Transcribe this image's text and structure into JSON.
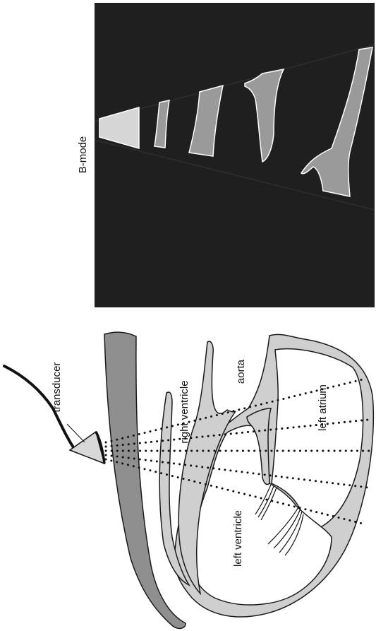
{
  "bmode_panel": {
    "label": "B-mode",
    "background": "#1f1f1f",
    "tissue_color": "#9a9a9a",
    "near_field_color": "#d6d6d6",
    "outline_color": "#ffffff"
  },
  "heart_diagram": {
    "labels": {
      "transducer": "transducer",
      "right_ventricle": "right ventricle",
      "aorta": "aorta",
      "left_atrium": "left atrium",
      "left_ventricle": "left ventricle"
    },
    "chest_wall_color": "#8f8f8f",
    "myocardium_color": "#cfcfcf",
    "chamber_color": "#ffffff",
    "outline_color": "#1a1a1a"
  }
}
